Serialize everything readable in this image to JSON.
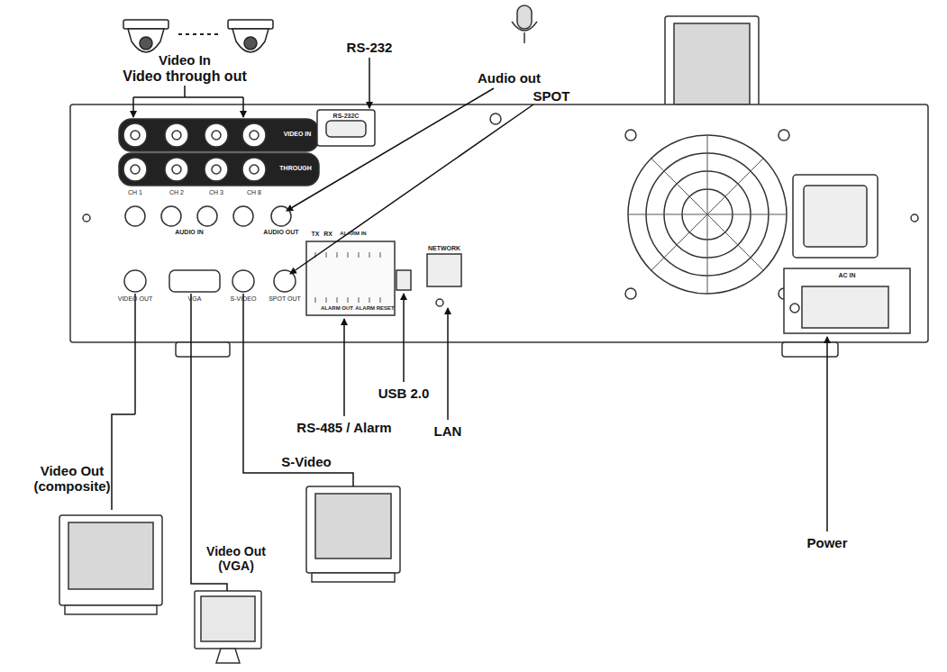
{
  "diagram": {
    "labels": [
      "Video In",
      "Video through out",
      "RS-232",
      "Audio out",
      "SPOT",
      "Video Out (composite)",
      "Video Out (VGA)",
      "S-Video",
      "RS-485 / Alarm",
      "USB 2.0",
      "LAN",
      "Power",
      "VIDEO IN",
      "THROUGH",
      "CH 1",
      "CH 2",
      "CH 3",
      "CH 8",
      "AUDIO IN",
      "AUDIO OUT",
      "VIDEO OUT",
      "VGA",
      "S-VIDEO",
      "SPOT OUT",
      "RS-232C",
      "TX",
      "RX",
      "ALARM IN",
      "ALARM OUT",
      "ALARM RESET",
      "NETWORK",
      "AC IN"
    ]
  }
}
